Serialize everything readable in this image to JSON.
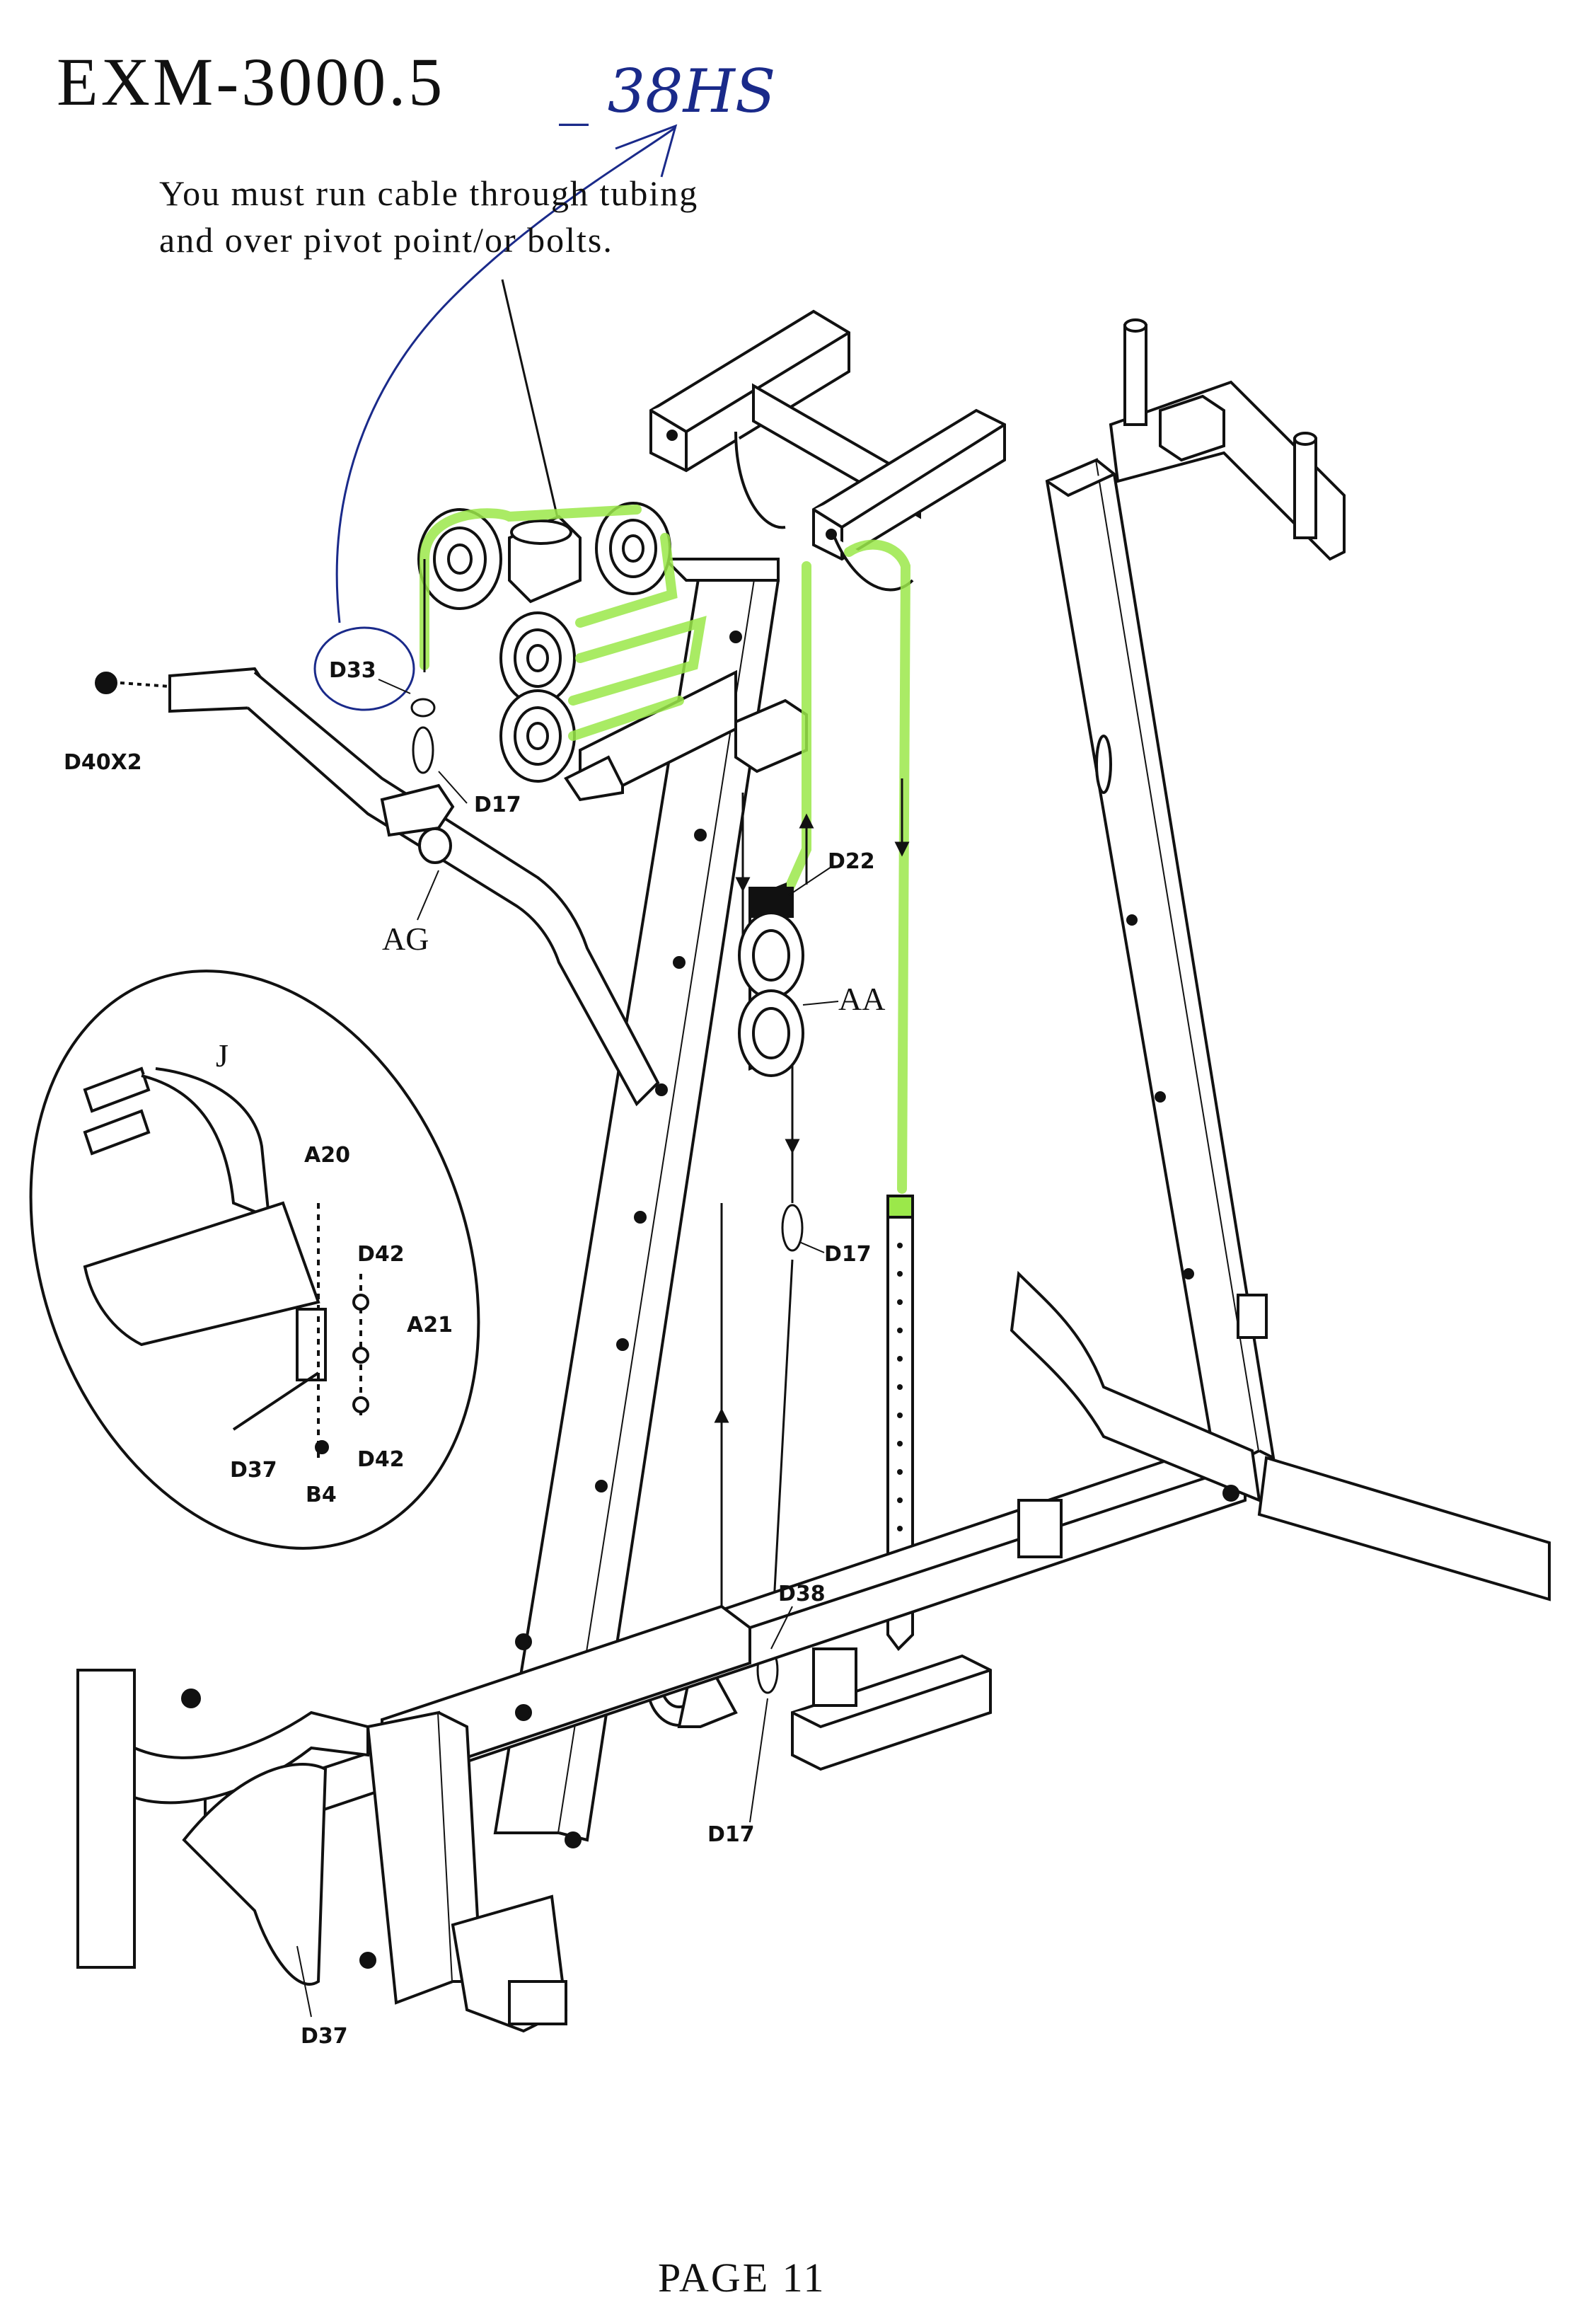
{
  "title": "EXM-3000.5",
  "handwritten_note": "_ 38HS",
  "instruction": {
    "line1": "You must run cable through tubing",
    "line2": "and over pivot point/or bolts."
  },
  "labels": {
    "d33": "D33",
    "d40x2": "D40X2",
    "d17_top": "D17",
    "ag": "AG",
    "d22": "D22",
    "aa": "AA",
    "j": "J",
    "a20": "A20",
    "d42_top": "D42",
    "a21": "A21",
    "d37_inset": "D37",
    "b4": "B4",
    "d42_bottom": "D42",
    "d17_mid": "D17",
    "d38": "D38",
    "d17_bottom": "D17",
    "d37_bottom": "D37"
  },
  "page_label": "PAGE 11",
  "colors": {
    "line": "#111111",
    "highlight": "#9be84a",
    "ink": "#1a2a8a"
  }
}
